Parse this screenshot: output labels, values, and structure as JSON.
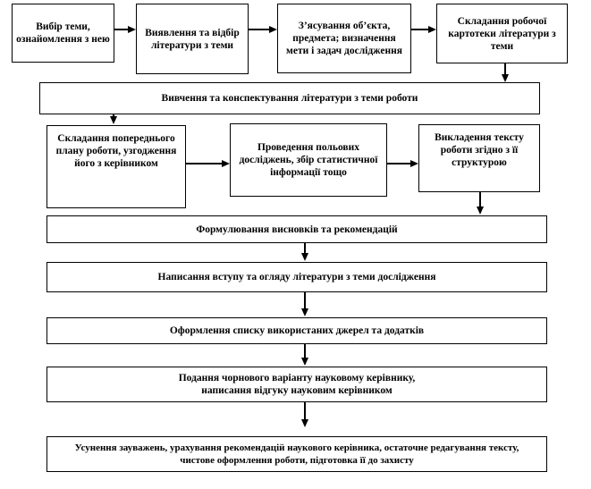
{
  "diagram": {
    "type": "flowchart",
    "language": "uk",
    "colors": {
      "border": "#000000",
      "text": "#000000",
      "background": "#ffffff"
    },
    "steps": [
      {
        "id": "1",
        "label": "Вибір теми, ознайомлення з нею"
      },
      {
        "id": "2",
        "label": "Виявлення та відбір літератури з теми"
      },
      {
        "id": "3",
        "label": "З’ясування об’єкта, предмета; визначення мети і задач дослідження"
      },
      {
        "id": "4",
        "label": "Складання робочої картотеки літератури з теми"
      },
      {
        "id": "5",
        "label": "Вивчення та конспектування літератури з теми роботи"
      },
      {
        "id": "6",
        "label": "Складання попереднього плану роботи, узгодження його з керівником"
      },
      {
        "id": "7",
        "label": "Проведення польових досліджень, збір статистичної інформації тощо"
      },
      {
        "id": "8",
        "label": "Викладення тексту роботи згідно з її структурою"
      },
      {
        "id": "9",
        "label": "Формулювання висновків та рекомендацій"
      },
      {
        "id": "10",
        "label": "Написання вступу та огляду літератури з теми дослідження"
      },
      {
        "id": "11",
        "label": "Оформлення списку використаних джерел та додатків"
      },
      {
        "id": "12",
        "label": "Подання чорнового варіанту науковому керівнику,\nнаписання відгуку науковим керівником"
      },
      {
        "id": "13",
        "label": "Усунення зауважень, урахування рекомендацій наукового керівника, остаточне редагування тексту,\nчистове оформлення роботи, підготовка її до захисту"
      }
    ],
    "edges": [
      {
        "from": "1",
        "to": "2",
        "direction": "right"
      },
      {
        "from": "2",
        "to": "3",
        "direction": "right"
      },
      {
        "from": "3",
        "to": "4",
        "direction": "right"
      },
      {
        "from": "4",
        "to": "5",
        "direction": "down"
      },
      {
        "from": "5",
        "to": "6",
        "direction": "down"
      },
      {
        "from": "6",
        "to": "7",
        "direction": "right"
      },
      {
        "from": "7",
        "to": "8",
        "direction": "right"
      },
      {
        "from": "8",
        "to": "9",
        "direction": "down"
      },
      {
        "from": "9",
        "to": "10",
        "direction": "down"
      },
      {
        "from": "10",
        "to": "11",
        "direction": "down"
      },
      {
        "from": "11",
        "to": "12",
        "direction": "down"
      },
      {
        "from": "12",
        "to": "13",
        "direction": "down"
      }
    ]
  }
}
